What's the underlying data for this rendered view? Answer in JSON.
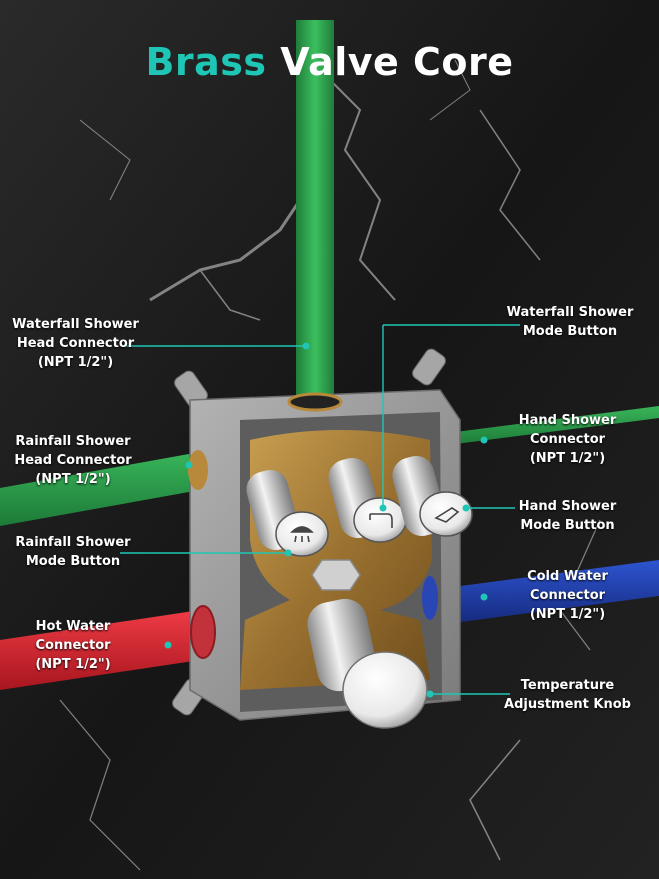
{
  "title": {
    "part1": "Brass",
    "part2": "Valve Core"
  },
  "colors": {
    "accent": "#1fc6b6",
    "pipe_green": "#2fa34f",
    "pipe_red": "#d42a35",
    "pipe_blue": "#1f3fa8",
    "brass": "#b8893a",
    "box": "#9a9a9a",
    "chrome": "#e6e6e6",
    "background": "#1b1b1b"
  },
  "icons": [
    "rain-shower-icon",
    "waterfall-icon",
    "hand-shower-icon"
  ],
  "callouts": {
    "waterfall_connector": [
      "Waterfall Shower",
      "Head Connector",
      "(NPT 1/2\")"
    ],
    "waterfall_button": [
      "Waterfall Shower",
      "Mode Button"
    ],
    "rainfall_connector": [
      "Rainfall Shower",
      "Head Connector",
      "(NPT 1/2\")"
    ],
    "hand_connector": [
      "Hand Shower",
      "Connector",
      "(NPT 1/2\")"
    ],
    "hand_button": [
      "Hand Shower",
      "Mode Button"
    ],
    "rainfall_button": [
      "Rainfall Shower",
      "Mode Button"
    ],
    "cold_connector": [
      "Cold Water",
      "Connector",
      "(NPT 1/2\")"
    ],
    "hot_connector": [
      "Hot Water",
      "Connector",
      "(NPT 1/2\")"
    ],
    "temperature_knob": [
      "Temperature",
      "Adjustment Knob"
    ]
  }
}
